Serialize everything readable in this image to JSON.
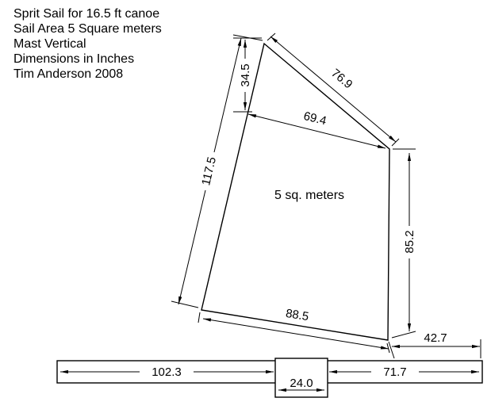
{
  "title": {
    "lines": [
      "Sprit Sail for 16.5 ft canoe",
      "Sail Area 5 Square meters",
      "Mast Vertical",
      "Dimensions in Inches",
      "Tim Anderson 2008"
    ]
  },
  "sail": {
    "area_label": "5 sq. meters"
  },
  "dimensions": {
    "luff": "117.5",
    "head_drop": "34.5",
    "head_edge": "76.9",
    "throat_to_peak": "69.4",
    "leech": "85.2",
    "foot": "88.5",
    "clew_to_boom_end": "42.7",
    "boom_forward": "102.3",
    "boom_aft": "71.7",
    "mast_width": "24.0"
  },
  "colors": {
    "ink": "#000000",
    "background": "#ffffff"
  }
}
